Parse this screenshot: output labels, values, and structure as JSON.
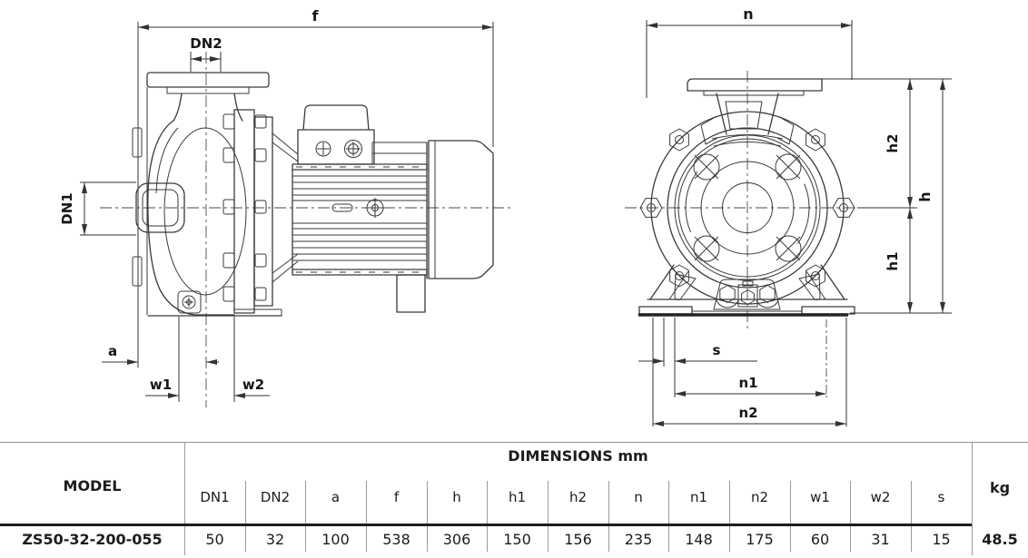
{
  "drawing": {
    "side_view": {
      "dims": {
        "f": "f",
        "dn2": "DN2",
        "dn1": "DN1",
        "a": "a",
        "w1": "w1",
        "w2": "w2"
      }
    },
    "front_view": {
      "dims": {
        "n": "n",
        "h2": "h2",
        "h": "h",
        "h1": "h1",
        "s": "s",
        "n1": "n1",
        "n2": "n2"
      }
    },
    "line_color": "#3a3a3a"
  },
  "table": {
    "header_group": "DIMENSIONS mm",
    "model_header": "MODEL",
    "kg_header": "kg",
    "dim_headers": [
      "DN1",
      "DN2",
      "a",
      "f",
      "h",
      "h1",
      "h2",
      "n",
      "n1",
      "n2",
      "w1",
      "w2",
      "s"
    ],
    "row": {
      "model": "ZS50-32-200-055",
      "values": [
        "50",
        "32",
        "100",
        "538",
        "306",
        "150",
        "156",
        "235",
        "148",
        "175",
        "60",
        "31",
        "15"
      ],
      "kg": "48.5"
    }
  }
}
